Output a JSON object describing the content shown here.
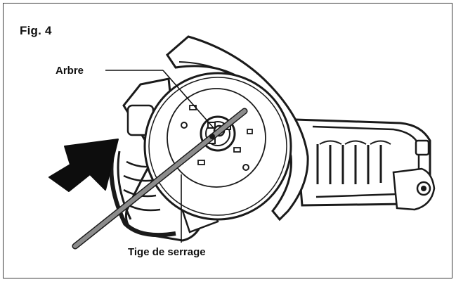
{
  "figure": {
    "label": "Fig. 4"
  },
  "callouts": {
    "arbre": "Arbre",
    "tige": "Tige de serrage"
  },
  "icons": {
    "arrow": "direction-arrow-icon"
  },
  "colors": {
    "ink": "#111111",
    "rod": "#8c8c8c",
    "housing": "#2b2b2b",
    "arrow": "#0d0d0d",
    "frame": "#3a3a3a"
  }
}
